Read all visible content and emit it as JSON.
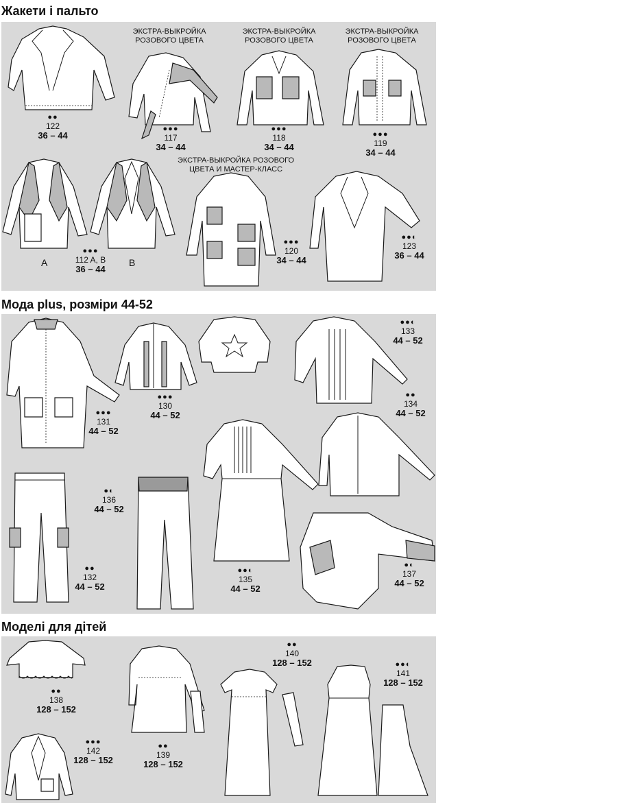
{
  "sections": [
    {
      "title": "Жакети і пальто"
    },
    {
      "title": "Мода plus, розміри 44-52"
    },
    {
      "title": "Моделі для дітей"
    }
  ],
  "extras": {
    "e117": "ЭКСТРА-ВЫКРОЙКА\nРОЗОВОГО ЦВЕТА",
    "e118": "ЭКСТРА-ВЫКРОЙКА\nРОЗОВОГО ЦВЕТА",
    "e119": "ЭКСТРА-ВЫКРОЙКА\nРОЗОВОГО ЦВЕТА",
    "e120": "ЭКСТРА-ВЫКРОЙКА РОЗОВОГО\nЦВЕТА И МАСТЕР-КЛАСС"
  },
  "variants": {
    "a": "A",
    "b": "B"
  },
  "items": {
    "i122": {
      "dots": "●●",
      "num": "122",
      "size": "36 – 44"
    },
    "i117": {
      "dots": "●●●",
      "num": "117",
      "size": "34 – 44"
    },
    "i118": {
      "dots": "●●●",
      "num": "118",
      "size": "34 – 44"
    },
    "i119": {
      "dots": "●●●",
      "num": "119",
      "size": "34 – 44"
    },
    "i112": {
      "dots": "●●●",
      "num": "112 A, B",
      "size": "36 – 44"
    },
    "i120": {
      "dots": "●●●",
      "num": "120",
      "size": "34 – 44"
    },
    "i123": {
      "dots": "●●◐",
      "num": "123",
      "size": "36 – 44"
    },
    "i131": {
      "dots": "●●●",
      "num": "131",
      "size": "44 – 52"
    },
    "i130": {
      "dots": "●●●",
      "num": "130",
      "size": "44 – 52"
    },
    "i133": {
      "dots": "●●◐",
      "num": "133",
      "size": "44 – 52"
    },
    "i134": {
      "dots": "●●",
      "num": "134",
      "size": "44 – 52"
    },
    "i136": {
      "dots": "●◐",
      "num": "136",
      "size": "44 – 52"
    },
    "i132": {
      "dots": "●●",
      "num": "132",
      "size": "44 – 52"
    },
    "i135": {
      "dots": "●●◐",
      "num": "135",
      "size": "44 – 52"
    },
    "i137": {
      "dots": "●◐",
      "num": "137",
      "size": "44 – 52"
    },
    "i138": {
      "dots": "●●",
      "num": "138",
      "size": "128 – 152"
    },
    "i140": {
      "dots": "●●",
      "num": "140",
      "size": "128 – 152"
    },
    "i141": {
      "dots": "●●◐",
      "num": "141",
      "size": "128 – 152"
    },
    "i142": {
      "dots": "●●●",
      "num": "142",
      "size": "128 – 152"
    },
    "i139": {
      "dots": "●●",
      "num": "139",
      "size": "128 – 152"
    }
  }
}
